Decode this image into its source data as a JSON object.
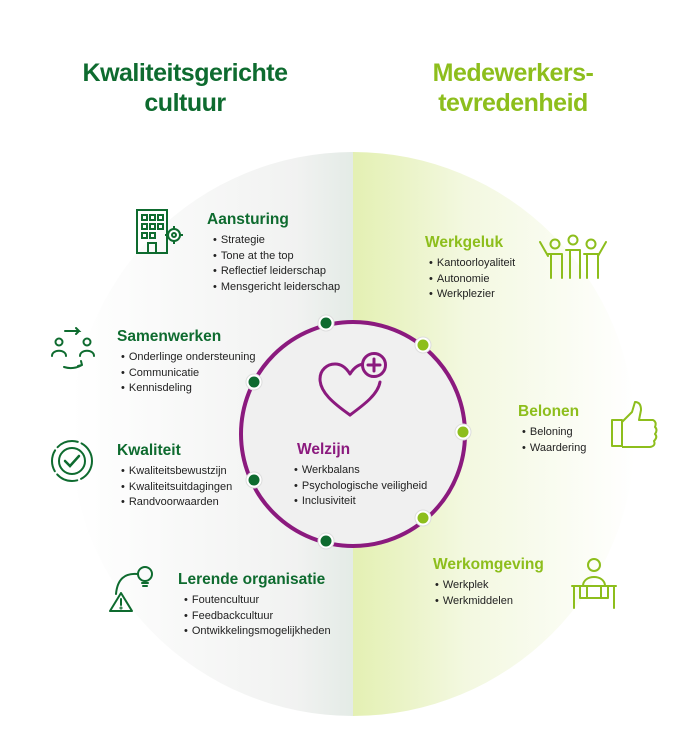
{
  "headings": {
    "left": [
      "Kwaliteitsgerichte",
      "cultuur"
    ],
    "right": [
      "Medewerkers-",
      "tevredenheid"
    ]
  },
  "center": {
    "title": "Welzijn",
    "items": [
      "Werkbalans",
      "Psychologische veiligheid",
      "Inclusiviteit"
    ],
    "icon": "heart-plus-icon"
  },
  "left_sections": [
    {
      "title": "Aansturing",
      "icon": "building-gear-icon",
      "items": [
        "Strategie",
        "Tone at the top",
        "Reflectief leiderschap",
        "Mensgericht leiderschap"
      ]
    },
    {
      "title": "Samenwerken",
      "icon": "people-cycle-icon",
      "items": [
        "Onderlinge ondersteuning",
        "Communicatie",
        "Kennisdeling"
      ]
    },
    {
      "title": "Kwaliteit",
      "icon": "check-circle-icon",
      "items": [
        "Kwaliteitsbewustzijn",
        "Kwaliteitsuitdagingen",
        "Randvoorwaarden"
      ]
    },
    {
      "title": "Lerende organisatie",
      "icon": "lightbulb-warning-icon",
      "items": [
        "Foutencultuur",
        "Feedbackcultuur",
        "Ontwikkelingsmogelijkheden"
      ]
    }
  ],
  "right_sections": [
    {
      "title": "Werkgeluk",
      "icon": "happy-team-icon",
      "items": [
        "Kantoorloyaliteit",
        "Autonomie",
        "Werkplezier"
      ]
    },
    {
      "title": "Belonen",
      "icon": "thumbs-up-icon",
      "items": [
        "Beloning",
        "Waardering"
      ]
    },
    {
      "title": "Werkomgeving",
      "icon": "desk-worker-icon",
      "items": [
        "Werkplek",
        "Werkmiddelen"
      ]
    }
  ],
  "colors": {
    "dark_green": "#0e6b2f",
    "light_green": "#8dbe1c",
    "purple": "#8b1a7e"
  }
}
